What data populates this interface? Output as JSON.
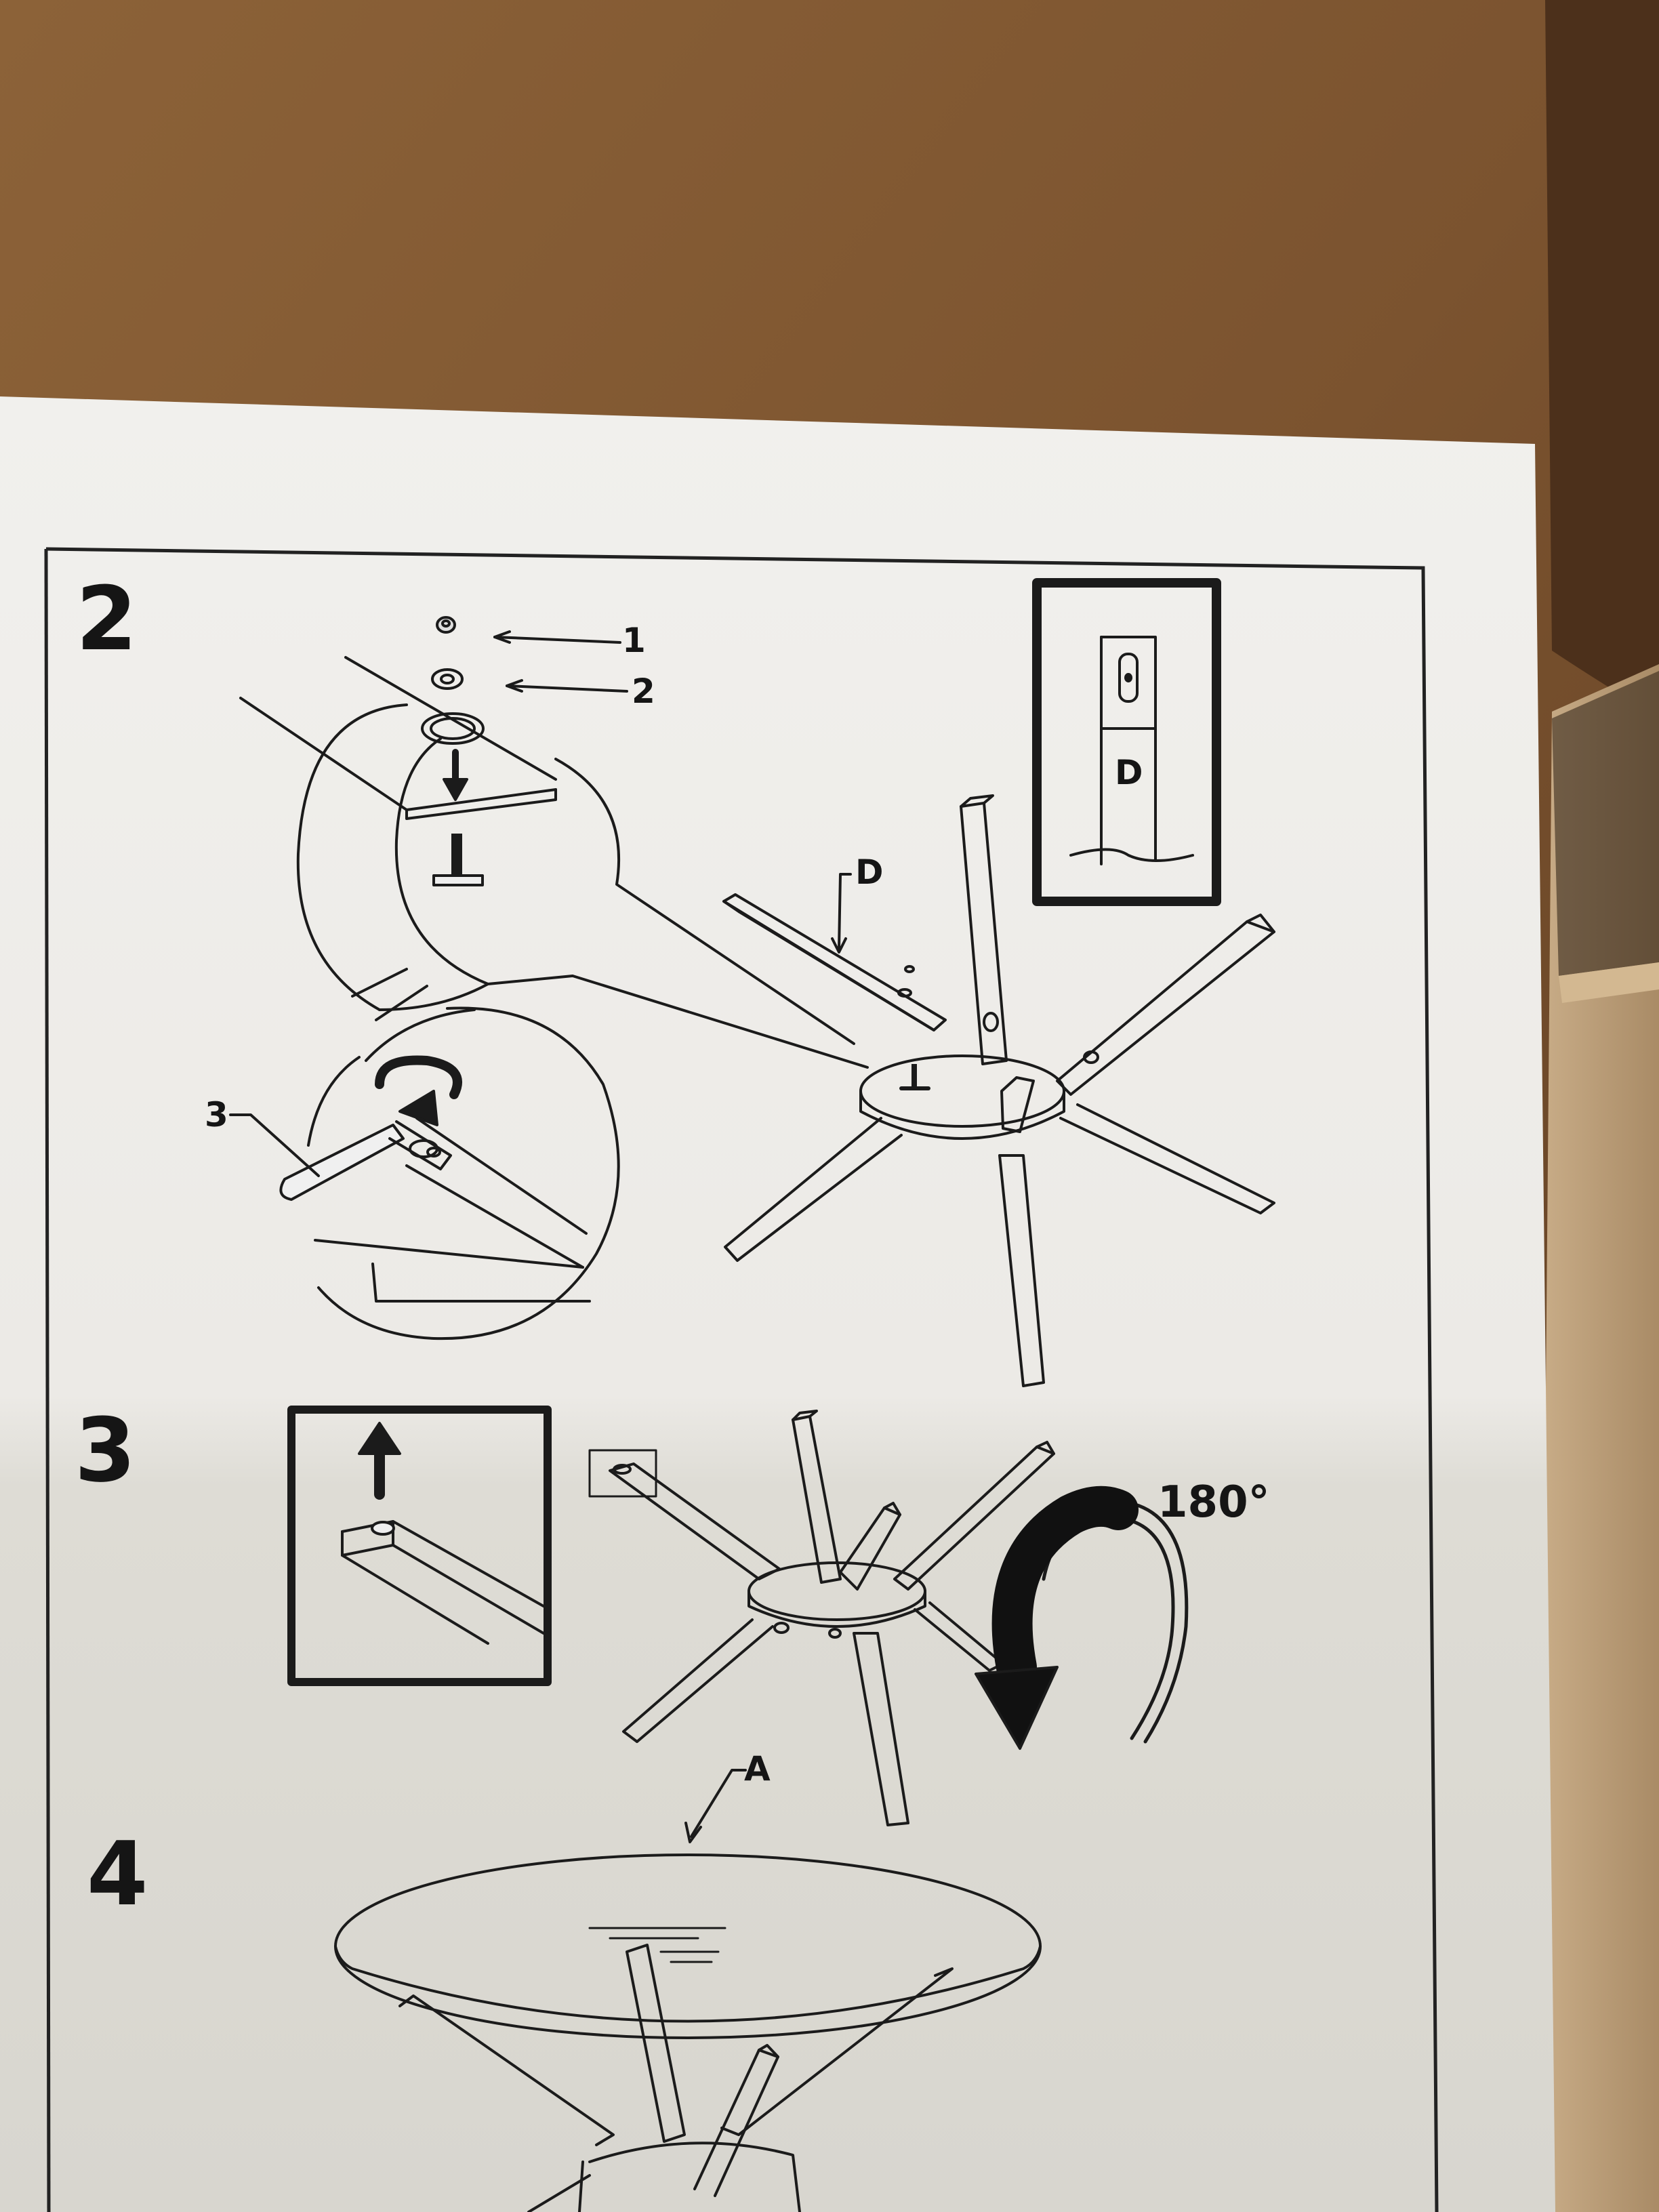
{
  "steps": [
    {
      "number": "2"
    },
    {
      "number": "3"
    },
    {
      "number": "4"
    }
  ],
  "callouts": {
    "nut": "1",
    "washer": "2",
    "tool": "3",
    "leg_detail": "D",
    "leg_inset": "D",
    "glass_top": "A"
  },
  "rotation": "180°",
  "colors": {
    "table_surface": "#7a5330",
    "paper": "#ecebe6",
    "line_art": "#1a1a1a",
    "cardboard": "#bfa27e"
  }
}
